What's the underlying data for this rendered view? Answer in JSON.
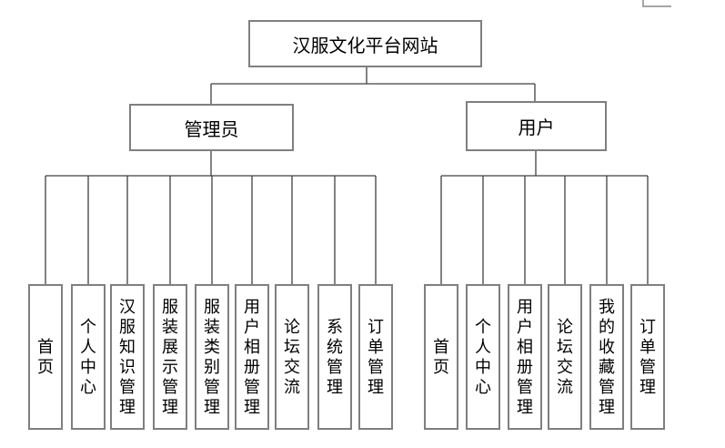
{
  "diagram": {
    "root_label": "汉服文化平台网站",
    "branches": {
      "admin": {
        "label": "管理员",
        "children": [
          "首页",
          "个人中心",
          "汉服知识管理",
          "服装展示管理",
          "服装类别管理",
          "用户相册管理",
          "论坛交流",
          "系统管理",
          "订单管理"
        ]
      },
      "user": {
        "label": "用户",
        "children": [
          "首页",
          "个人中心",
          "用户相册管理",
          "论坛交流",
          "我的收藏管理",
          "订单管理"
        ]
      }
    },
    "line_color": "#404040",
    "box_border_color": "#7f7f7f"
  }
}
